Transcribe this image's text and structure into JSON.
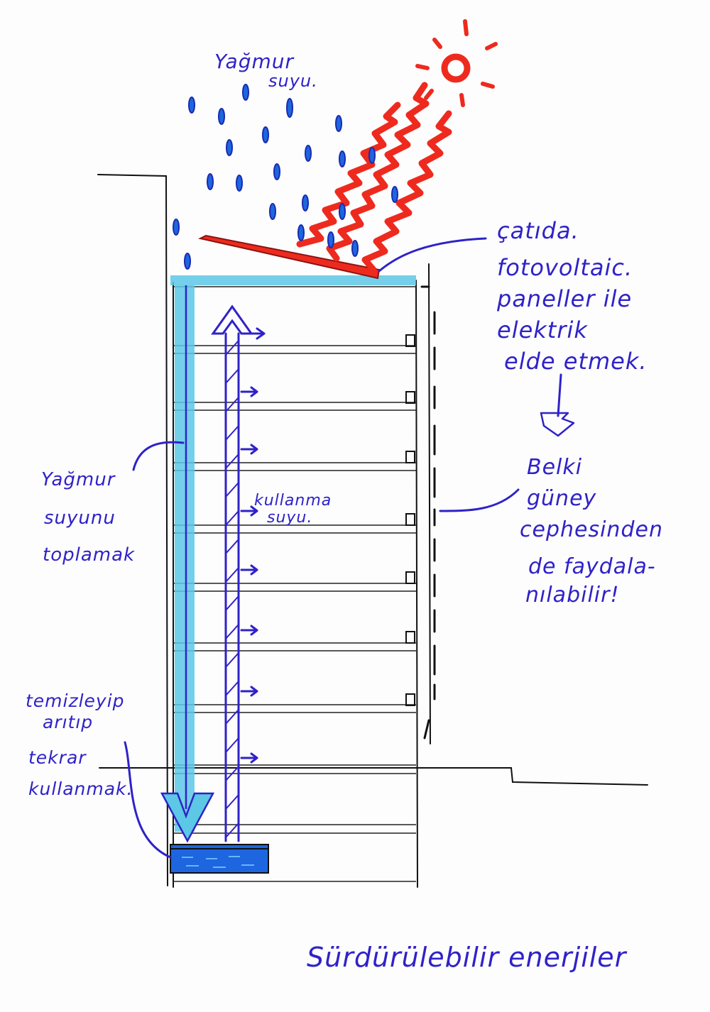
{
  "labels": {
    "rain_water": [
      "Yağmur",
      "suyu."
    ],
    "roof_pv": [
      "çatıda.",
      "fotovoltaic.",
      "paneller ile",
      "elektrik",
      "elde etmek."
    ],
    "maybe_south": [
      "Belki",
      "güney",
      "cephesinden",
      "de faydala-",
      "nılabilir!"
    ],
    "collect_rain": [
      "Yağmur",
      "suyunu",
      "toplamak"
    ],
    "usage_water": [
      "kullanma",
      "suyu."
    ],
    "clean_reuse": [
      "temizleyip",
      "arıtıp",
      "tekrar",
      "kullanmak."
    ],
    "title": "Sürdürülebilir enerjiler"
  },
  "colors": {
    "ink_blue": "#2f22c8",
    "sun_red": "#ee2a1e",
    "water_cyan": "#5cc8e6",
    "drop_blue": "#1d66e0"
  },
  "icons": [
    "sun-icon",
    "rain-drop-icon",
    "solar-panel-icon",
    "arrow-up-icon",
    "arrow-down-icon",
    "water-tank-icon"
  ]
}
